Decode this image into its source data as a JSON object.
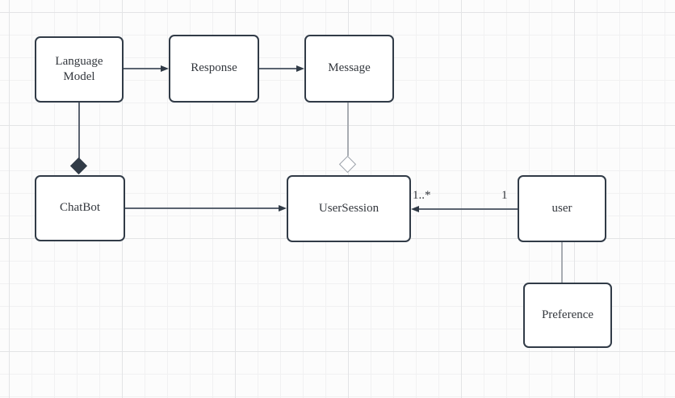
{
  "diagram": {
    "type": "uml-class-diagram",
    "nodes": [
      {
        "id": "language-model",
        "label": "Language Model"
      },
      {
        "id": "response",
        "label": "Response"
      },
      {
        "id": "message",
        "label": "Message"
      },
      {
        "id": "chatbot",
        "label": "ChatBot"
      },
      {
        "id": "user-session",
        "label": "UserSession"
      },
      {
        "id": "user",
        "label": "user"
      },
      {
        "id": "preference",
        "label": "Preference"
      }
    ],
    "edges": [
      {
        "from": "Language Model",
        "to": "Response",
        "type": "directed-arrow"
      },
      {
        "from": "Response",
        "to": "Message",
        "type": "directed-arrow"
      },
      {
        "from": "Language Model",
        "to": "ChatBot",
        "type": "composition",
        "diamond_at": "ChatBot"
      },
      {
        "from": "ChatBot",
        "to": "UserSession",
        "type": "directed-arrow"
      },
      {
        "from": "Message",
        "to": "UserSession",
        "type": "aggregation",
        "diamond_at": "UserSession"
      },
      {
        "from": "user",
        "to": "UserSession",
        "type": "directed-arrow",
        "source_label": "1",
        "target_label": "1..*"
      },
      {
        "from": "user",
        "to": "Preference",
        "type": "plain-line"
      }
    ],
    "colors": {
      "canvas_bg": "#fcfcfc",
      "grid_minor": "#f1f1f2",
      "grid_major": "#e3e4e6",
      "node_fill": "#ffffff",
      "node_border": "#313b47",
      "node_text": "#33373d",
      "edge_dark": "#5a6370",
      "edge_gray": "#a8acb2",
      "diamond_filled": "#313b47",
      "diamond_hollow_border": "#9aa0a8"
    }
  }
}
